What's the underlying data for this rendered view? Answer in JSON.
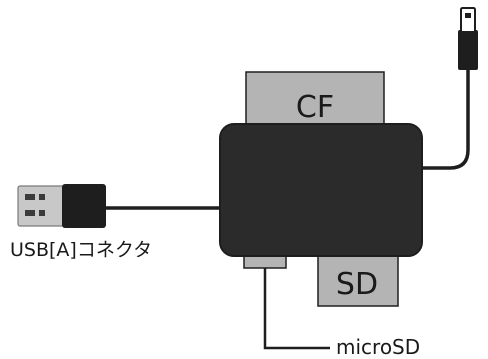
{
  "labels": {
    "cf_card": "CF",
    "sd_card": "SD",
    "usb_connector": "USB[A]コネクタ",
    "microsd_slot": "microSD"
  },
  "colors": {
    "device_body": "#2b2b2b",
    "card_fill": "#b4b4b4",
    "cable": "#1e1e1e",
    "usb_metal": "#c8c8c8",
    "text": "#1a1a1a"
  }
}
